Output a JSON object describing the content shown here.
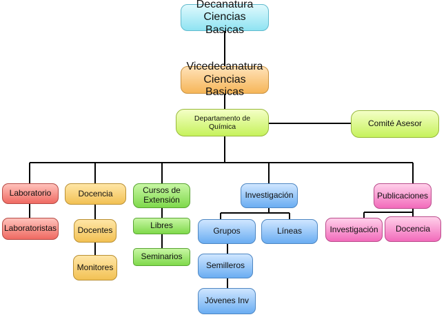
{
  "nodes": {
    "decanatura": "Decanatura\nCiencias Basicas",
    "vicedecanatura": "Vicedecanatura\nCiencias Basicas",
    "departamento": "Departamento de\nQuímica",
    "comite": "Comité Asesor",
    "laboratorio": "Laboratorio",
    "laboratoristas": "Laboratoristas",
    "docencia": "Docencia",
    "docentes": "Docentes",
    "monitores": "Monitores",
    "cursos": "Cursos de\nExtensión",
    "libres": "Libres",
    "seminarios": "Seminarios",
    "investigacion": "Investigación",
    "grupos": "Grupos",
    "lineas": "Líneas",
    "semilleros": "Semilleros",
    "jovenes": "Jóvenes Inv",
    "publicaciones": "Publicaciones",
    "pub_investigacion": "Investigación",
    "pub_docencia": "Docencia"
  },
  "colors": {
    "cyan": "#8fe3f2",
    "orange": "#f6b659",
    "lime": "#c6f25c",
    "red": "#ef6a62",
    "gold": "#f2c154",
    "green": "#7fd94b",
    "blue": "#6aadf2",
    "pink": "#f26bbb",
    "connector": "#000000"
  }
}
